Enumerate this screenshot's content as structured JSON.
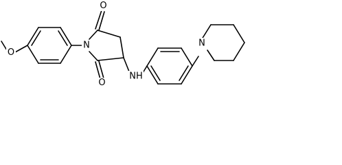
{
  "molecule": {
    "atom_labels": {
      "methoxy_oxygen": "O",
      "imide_nitrogen": "N",
      "upper_carbonyl_oxygen": "O",
      "lower_carbonyl_oxygen": "O",
      "amine": "NH",
      "piperidine_nitrogen": "N"
    },
    "colors": {
      "bond": "#000000",
      "label": "#000000",
      "background": "#ffffff"
    }
  }
}
